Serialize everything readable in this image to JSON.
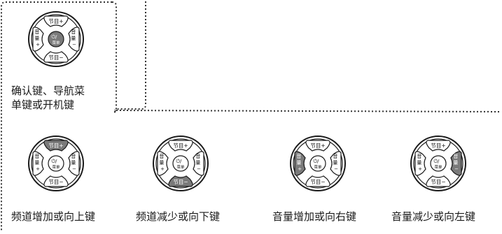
{
  "remote_labels": {
    "up": "节目+",
    "down": "节目−",
    "left": [
      "音",
      "量",
      "+"
    ],
    "right": [
      "音",
      "量",
      "−"
    ],
    "center": [
      "⏻/",
      "菜单"
    ]
  },
  "colors": {
    "highlight": "#7a7a7a",
    "outline": "#1a1a1a",
    "dots": "#333333"
  },
  "panels": [
    {
      "highlight": "center",
      "caption_lines": [
        "确认键、导航菜",
        "单键或开机键"
      ]
    },
    {
      "highlight": "up",
      "caption_lines": [
        "频道增加或向上键"
      ]
    },
    {
      "highlight": "down",
      "caption_lines": [
        "频道减少或向下键"
      ]
    },
    {
      "highlight": "left",
      "caption_lines": [
        "音量增加或向右键"
      ]
    },
    {
      "highlight": "right",
      "caption_lines": [
        "音量减少或向左键"
      ]
    }
  ]
}
